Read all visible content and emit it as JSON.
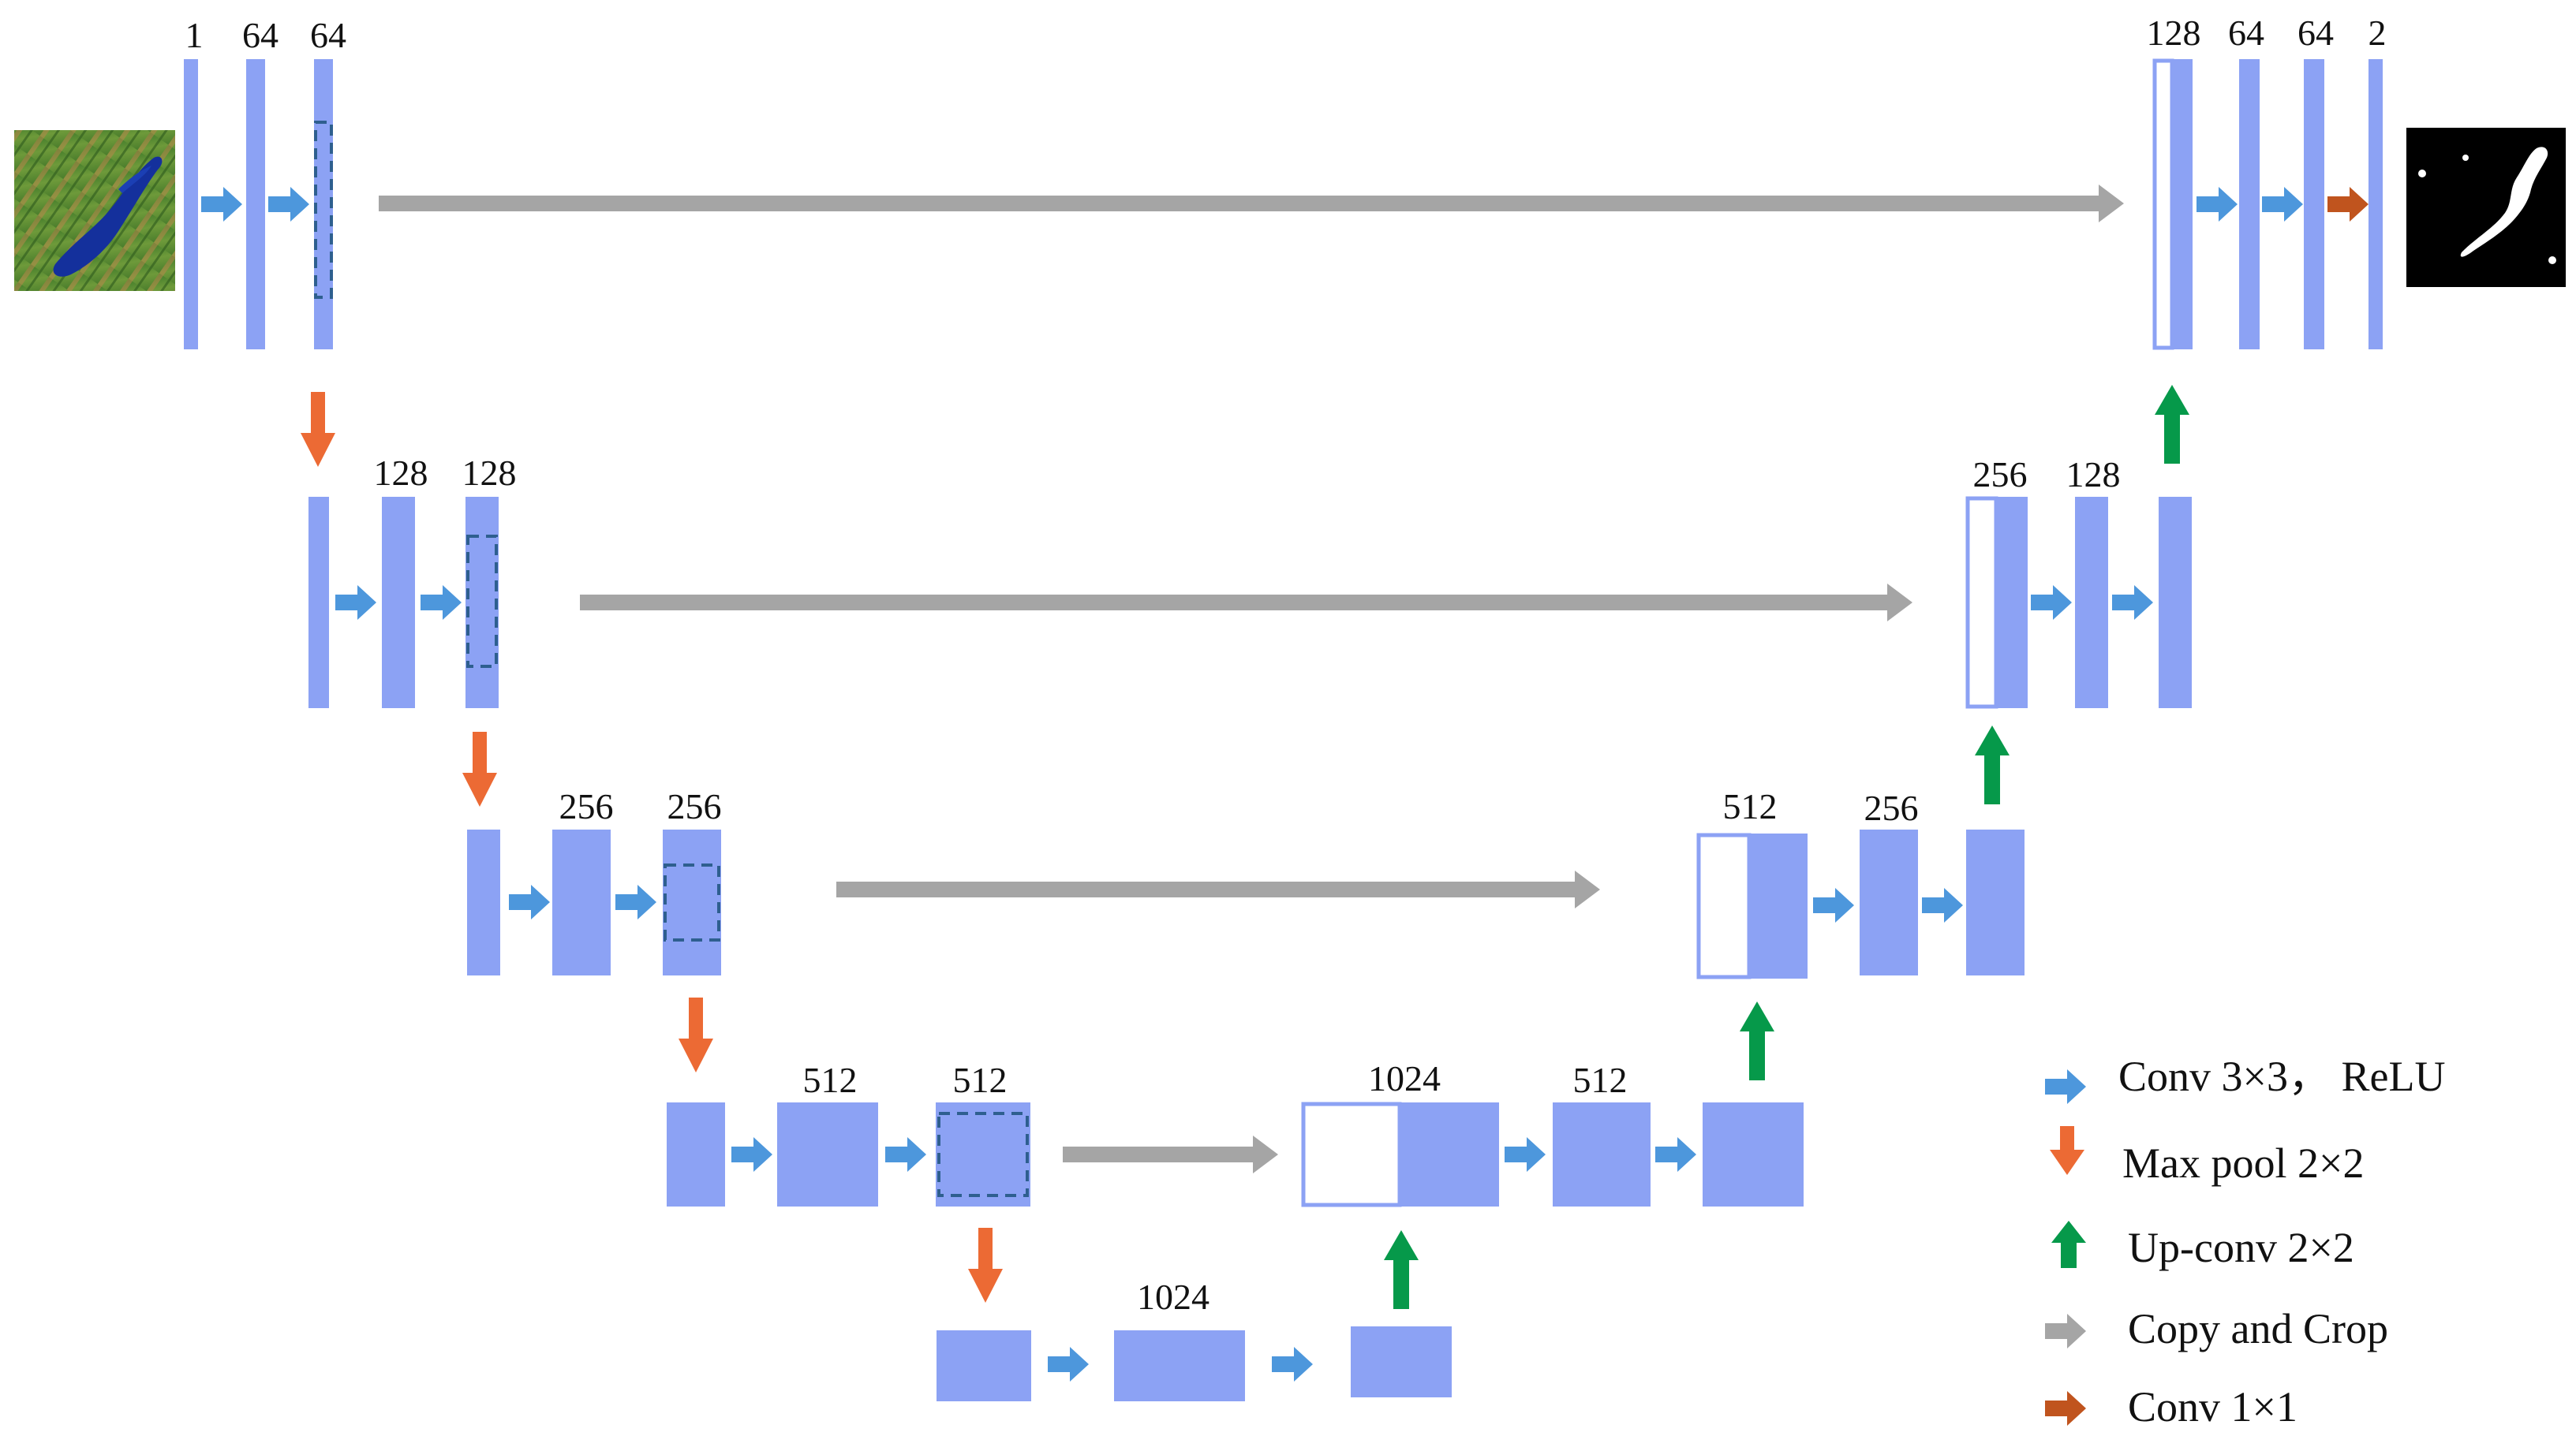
{
  "colors": {
    "block": "#8ca2f4",
    "conv": "#4d97dc",
    "maxpool": "#ec6a34",
    "upconv": "#06994a",
    "copy": "#a5a5a5",
    "conv1x1": "#c0541e",
    "crop_dash": "#2e5f8f"
  },
  "input_image": {
    "icon": "satellite-lake-image-icon"
  },
  "output_image": {
    "icon": "lake-segmentation-mask-icon"
  },
  "labels": {
    "l1_in": "1",
    "l1_a": "64",
    "l1_b": "64",
    "l2_a": "128",
    "l2_b": "128",
    "l3_a": "256",
    "l3_b": "256",
    "l4_a": "512",
    "l4_b": "512",
    "bottom": "1024",
    "u4_concat": "1024",
    "u4_b": "512",
    "u3_concat": "512",
    "u3_b": "256",
    "u2_concat": "256",
    "u2_b": "128",
    "u1_concat": "128",
    "u1_a": "64",
    "u1_b": "64",
    "u1_out": "2"
  },
  "legend": {
    "conv": "Conv 3×3， ReLU",
    "maxpool": "Max pool 2×2",
    "upconv": "Up-conv 2×2",
    "copy": "Copy and Crop",
    "conv1x1": "Conv 1×1"
  }
}
